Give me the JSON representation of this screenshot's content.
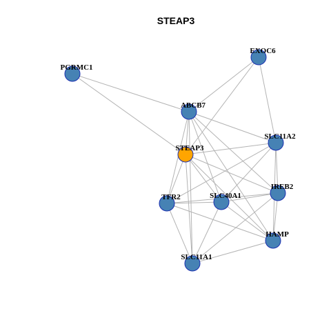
{
  "title": "STEAP3",
  "colors": {
    "node_fill": "#4682b4",
    "focus_fill": "#ffa500",
    "node_border": "#1a2fb0",
    "edge": "#b3b3b3"
  },
  "focus_node": "STEAP3",
  "nodes": [
    "EXOC6",
    "PGRMC1",
    "ABCB7",
    "SLC11A2",
    "STEAP3",
    "IREB2",
    "TFR2",
    "SLC40A1",
    "HAMP",
    "SLC11A1"
  ],
  "edges": [
    [
      "PGRMC1",
      "ABCB7"
    ],
    [
      "PGRMC1",
      "STEAP3"
    ],
    [
      "EXOC6",
      "ABCB7"
    ],
    [
      "EXOC6",
      "STEAP3"
    ],
    [
      "EXOC6",
      "SLC11A2"
    ],
    [
      "ABCB7",
      "STEAP3"
    ],
    [
      "ABCB7",
      "SLC11A2"
    ],
    [
      "ABCB7",
      "TFR2"
    ],
    [
      "ABCB7",
      "SLC40A1"
    ],
    [
      "ABCB7",
      "IREB2"
    ],
    [
      "ABCB7",
      "HAMP"
    ],
    [
      "ABCB7",
      "SLC11A1"
    ],
    [
      "STEAP3",
      "SLC11A2"
    ],
    [
      "STEAP3",
      "IREB2"
    ],
    [
      "STEAP3",
      "TFR2"
    ],
    [
      "STEAP3",
      "SLC40A1"
    ],
    [
      "STEAP3",
      "HAMP"
    ],
    [
      "STEAP3",
      "SLC11A1"
    ],
    [
      "SLC11A2",
      "IREB2"
    ],
    [
      "SLC11A2",
      "HAMP"
    ],
    [
      "SLC11A2",
      "SLC40A1"
    ],
    [
      "SLC11A2",
      "TFR2"
    ],
    [
      "IREB2",
      "TFR2"
    ],
    [
      "IREB2",
      "SLC40A1"
    ],
    [
      "IREB2",
      "HAMP"
    ],
    [
      "IREB2",
      "SLC11A1"
    ],
    [
      "TFR2",
      "SLC40A1"
    ],
    [
      "TFR2",
      "HAMP"
    ],
    [
      "TFR2",
      "SLC11A1"
    ],
    [
      "SLC40A1",
      "HAMP"
    ],
    [
      "SLC40A1",
      "SLC11A1"
    ],
    [
      "HAMP",
      "SLC11A1"
    ]
  ]
}
